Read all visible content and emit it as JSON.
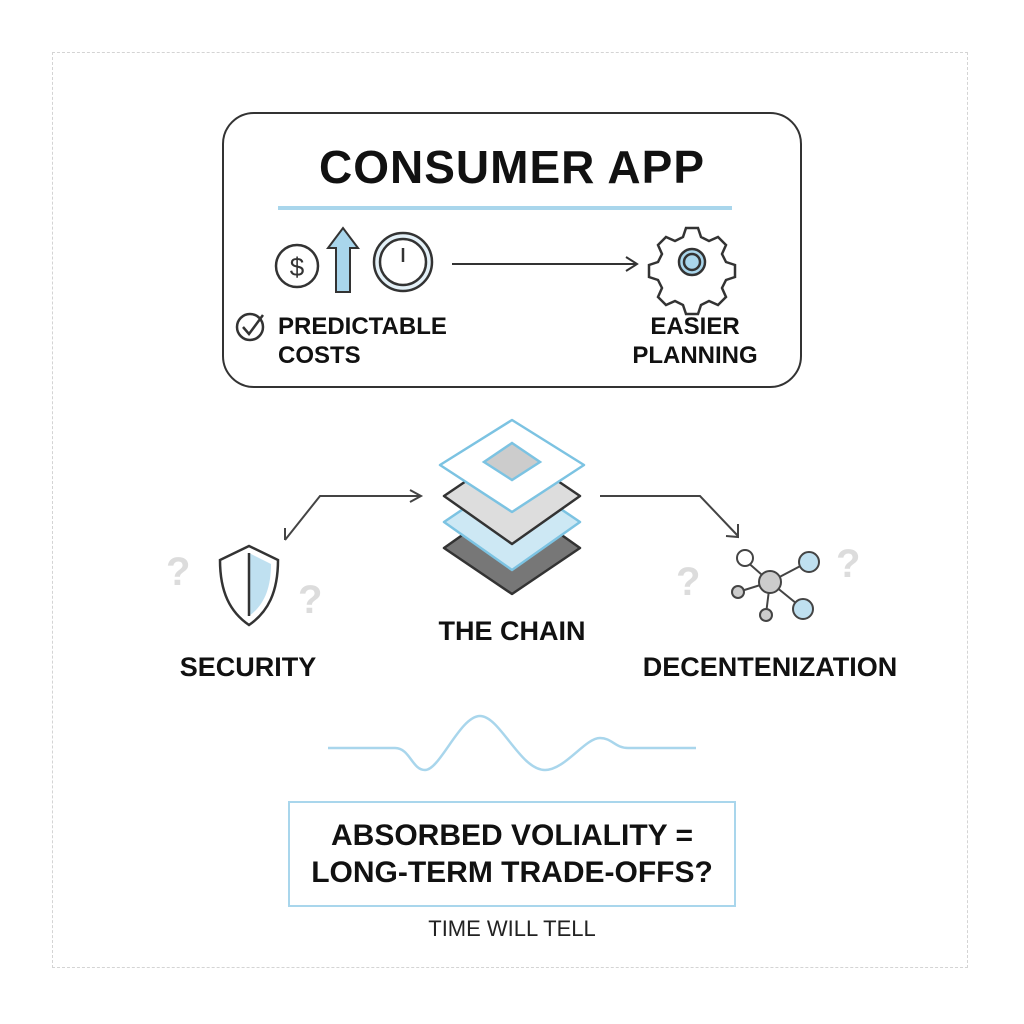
{
  "consumer_app": {
    "title": "CONSUMER APP",
    "left_label_line1": "PREDICTABLE",
    "left_label_line2": "COSTS",
    "right_label_line1": "EASIER",
    "right_label_line2": "PLANNING"
  },
  "chain": {
    "label": "THE CHAIN"
  },
  "security": {
    "label": "SECURITY",
    "mark": "?"
  },
  "decentralization": {
    "label": "DECENTENIZATION",
    "mark": "?"
  },
  "conclusion": {
    "line1": "ABSORBED VOLIALITY =",
    "line2": "LONG-TERM TRADE-OFFS?",
    "caption": "TIME WILL TELL"
  },
  "colors": {
    "accent": "#a9d6ec",
    "stroke": "#333333"
  }
}
